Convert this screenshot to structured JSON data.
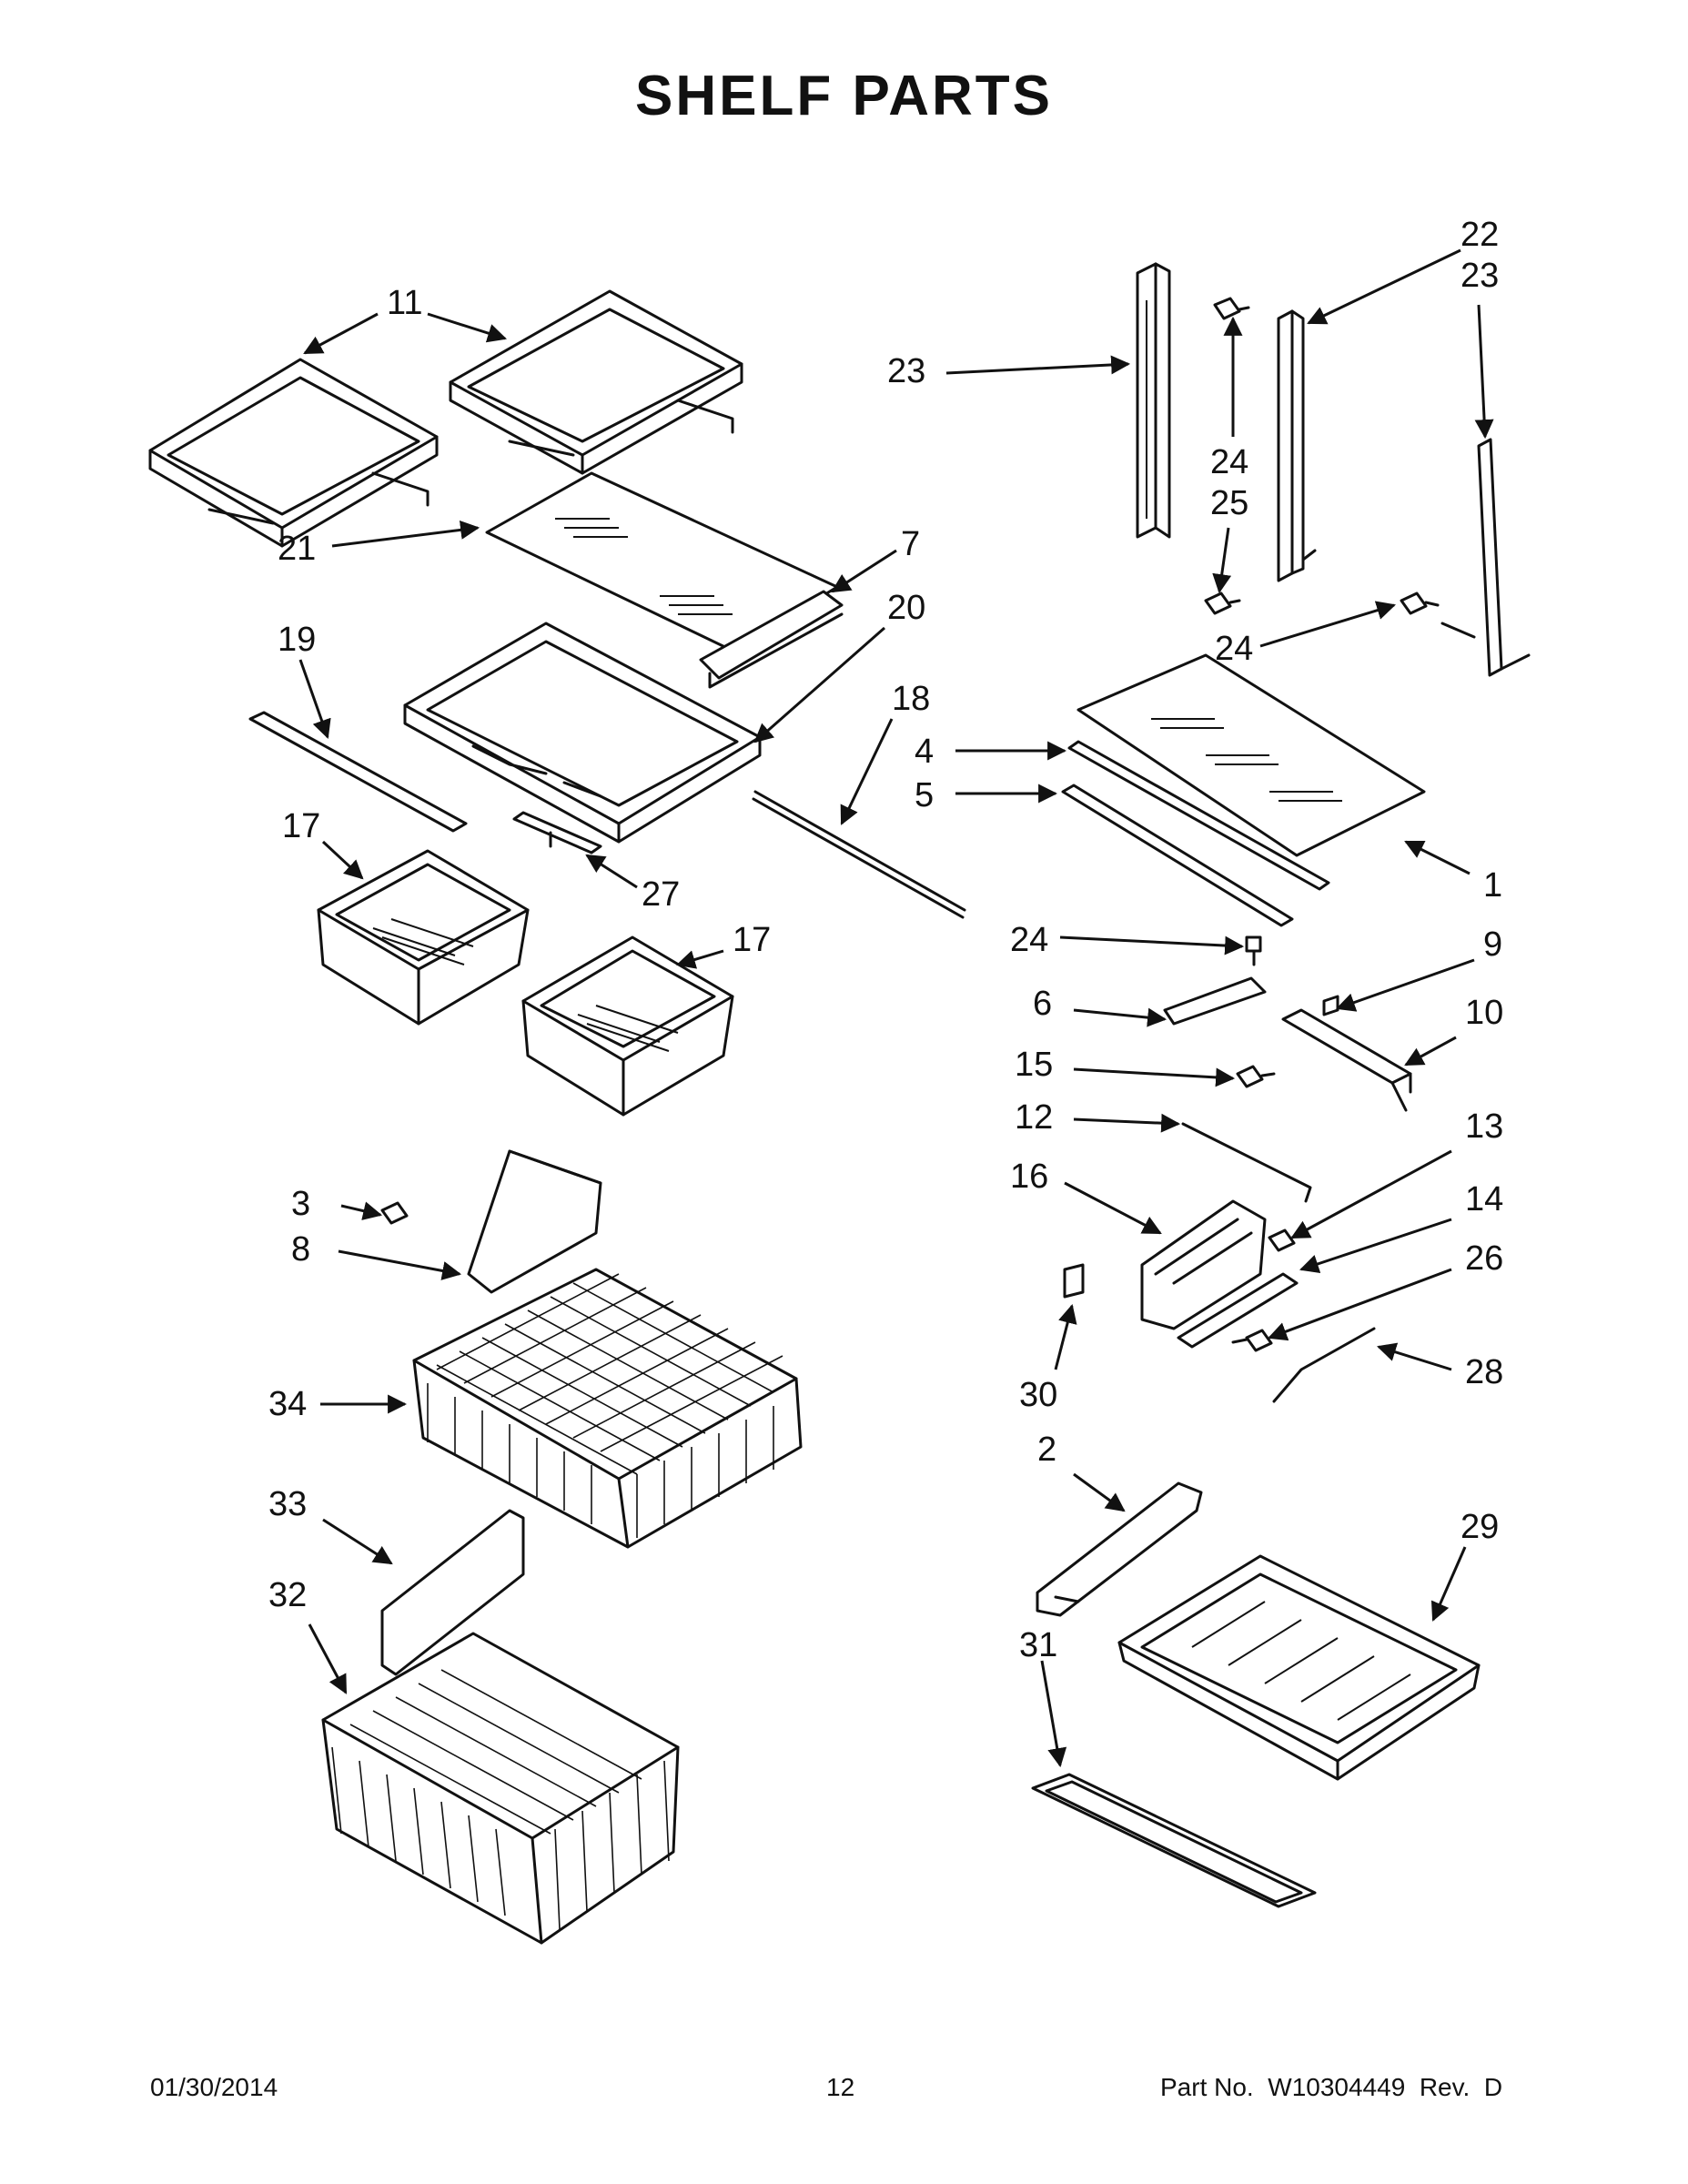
{
  "title": "SHELF PARTS",
  "footer": {
    "date": "01/30/2014",
    "page": "12",
    "part_no": "Part No.  W10304449  Rev.  D"
  },
  "labels": {
    "l1": "1",
    "l2": "2",
    "l3": "3",
    "l4": "4",
    "l5": "5",
    "l6": "6",
    "l7": "7",
    "l8": "8",
    "l9": "9",
    "l10": "10",
    "l11": "11",
    "l12": "12",
    "l13": "13",
    "l14": "14",
    "l15": "15",
    "l16": "16",
    "l17a": "17",
    "l17b": "17",
    "l18": "18",
    "l19": "19",
    "l20": "20",
    "l21": "21",
    "l22": "22",
    "l23a": "23",
    "l23b": "23",
    "l24a": "24",
    "l24b": "24",
    "l24c": "24",
    "l25": "25",
    "l26": "26",
    "l27": "27",
    "l28": "28",
    "l29": "29",
    "l30": "30",
    "l31": "31",
    "l32": "32",
    "l33": "33",
    "l34": "34"
  }
}
